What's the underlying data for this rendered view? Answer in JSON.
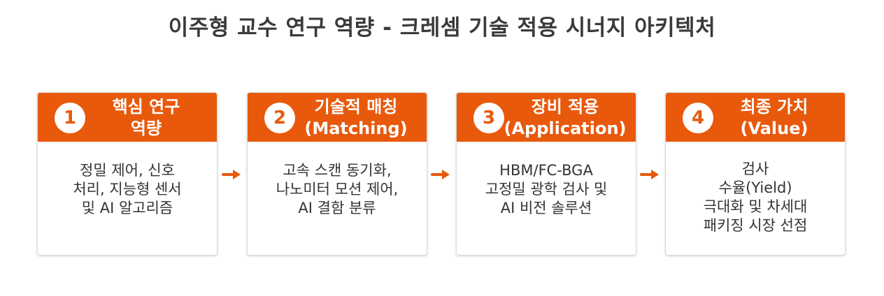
{
  "title": "이주형 교수 연구 역량 - 크레셈 기술 적용 시너지 아키텍처",
  "colors": {
    "accent": "#e8590c",
    "card_border": "#dcdcdc",
    "text": "#333333"
  },
  "steps": [
    {
      "number": "1",
      "title_lines": [
        "핵심 연구",
        "역량"
      ],
      "body_lines": [
        "정밀 제어, 신호",
        "처리, 지능형 센서",
        "및 AI 알고리즘"
      ]
    },
    {
      "number": "2",
      "title_lines": [
        "기술적 매칭",
        "(Matching)"
      ],
      "body_lines": [
        "고속 스캔 동기화,",
        "나노미터 모션 제어,",
        "AI 결함 분류"
      ]
    },
    {
      "number": "3",
      "title_lines": [
        "장비 적용",
        "(Application)"
      ],
      "body_lines": [
        "HBM/FC-BGA",
        "고정밀 광학 검사 및",
        "AI 비전 솔루션"
      ]
    },
    {
      "number": "4",
      "title_lines": [
        "최종 가치",
        "(Value)"
      ],
      "body_lines": [
        "검사",
        "수율(Yield)",
        "극대화 및 차세대",
        "패키징 시장 선점"
      ]
    }
  ],
  "connectors": [
    "arrow-right-icon",
    "arrow-right-icon",
    "arrow-right-icon"
  ]
}
